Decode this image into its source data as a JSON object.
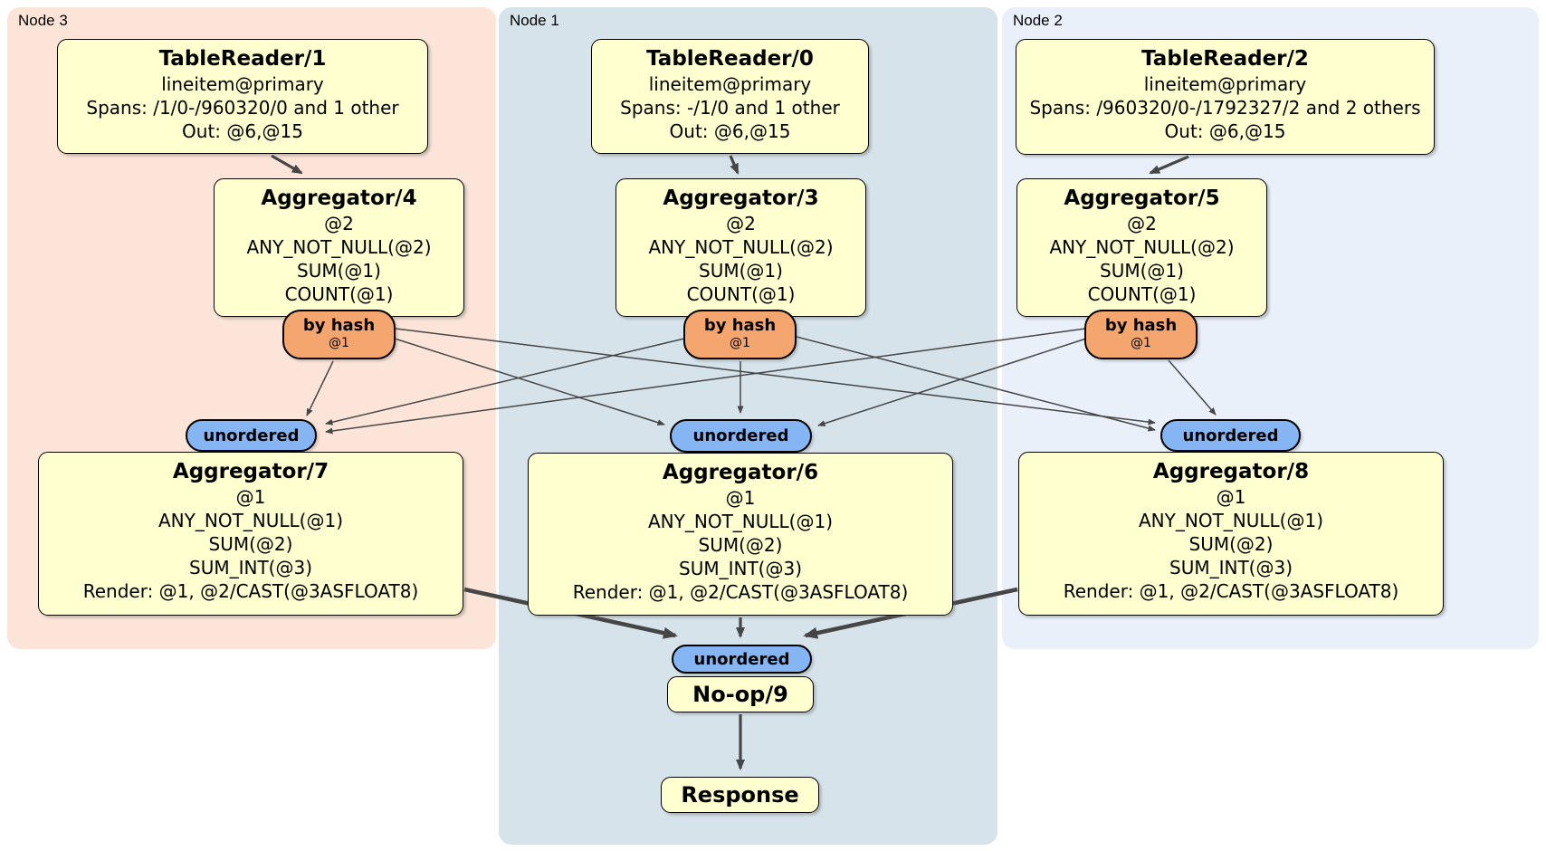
{
  "regions": {
    "node3": {
      "label": "Node 3",
      "bg": "#fce4d8"
    },
    "node1": {
      "label": "Node 1",
      "bg": "#d6e3ea"
    },
    "node2": {
      "label": "Node 2",
      "bg": "#e9f0fa"
    }
  },
  "boxes": {
    "tr1": {
      "title": "TableReader/1",
      "lines": [
        "lineitem@primary",
        "Spans: /1/0-/960320/0 and 1 other",
        "Out: @6,@15"
      ]
    },
    "tr0": {
      "title": "TableReader/0",
      "lines": [
        "lineitem@primary",
        "Spans: -/1/0 and 1 other",
        "Out: @6,@15"
      ]
    },
    "tr2": {
      "title": "TableReader/2",
      "lines": [
        "lineitem@primary",
        "Spans: /960320/0-/1792327/2 and 2 others",
        "Out: @6,@15"
      ]
    },
    "agg4": {
      "title": "Aggregator/4",
      "lines": [
        "@2",
        "ANY_NOT_NULL(@2)",
        "SUM(@1)",
        "COUNT(@1)"
      ]
    },
    "agg3": {
      "title": "Aggregator/3",
      "lines": [
        "@2",
        "ANY_NOT_NULL(@2)",
        "SUM(@1)",
        "COUNT(@1)"
      ]
    },
    "agg5": {
      "title": "Aggregator/5",
      "lines": [
        "@2",
        "ANY_NOT_NULL(@2)",
        "SUM(@1)",
        "COUNT(@1)"
      ]
    },
    "agg7": {
      "title": "Aggregator/7",
      "lines": [
        "@1",
        "ANY_NOT_NULL(@1)",
        "SUM(@2)",
        "SUM_INT(@3)",
        "Render: @1, @2/CAST(@3ASFLOAT8)"
      ]
    },
    "agg6": {
      "title": "Aggregator/6",
      "lines": [
        "@1",
        "ANY_NOT_NULL(@1)",
        "SUM(@2)",
        "SUM_INT(@3)",
        "Render: @1, @2/CAST(@3ASFLOAT8)"
      ]
    },
    "agg8": {
      "title": "Aggregator/8",
      "lines": [
        "@1",
        "ANY_NOT_NULL(@1)",
        "SUM(@2)",
        "SUM_INT(@3)",
        "Render: @1, @2/CAST(@3ASFLOAT8)"
      ]
    },
    "noop": {
      "title": "No-op/9"
    },
    "response": {
      "title": "Response"
    }
  },
  "router": {
    "label": "by hash",
    "key": "@1"
  },
  "sync": {
    "label": "unordered"
  },
  "colors": {
    "box_fill": "#ffffcf",
    "router_fill": "#f5a66f",
    "sync_fill": "#85b5f3",
    "edge": "#464646",
    "region_node3": "#fce4d8",
    "region_node1": "#d6e3ea",
    "region_node2": "#e9f0fa"
  }
}
